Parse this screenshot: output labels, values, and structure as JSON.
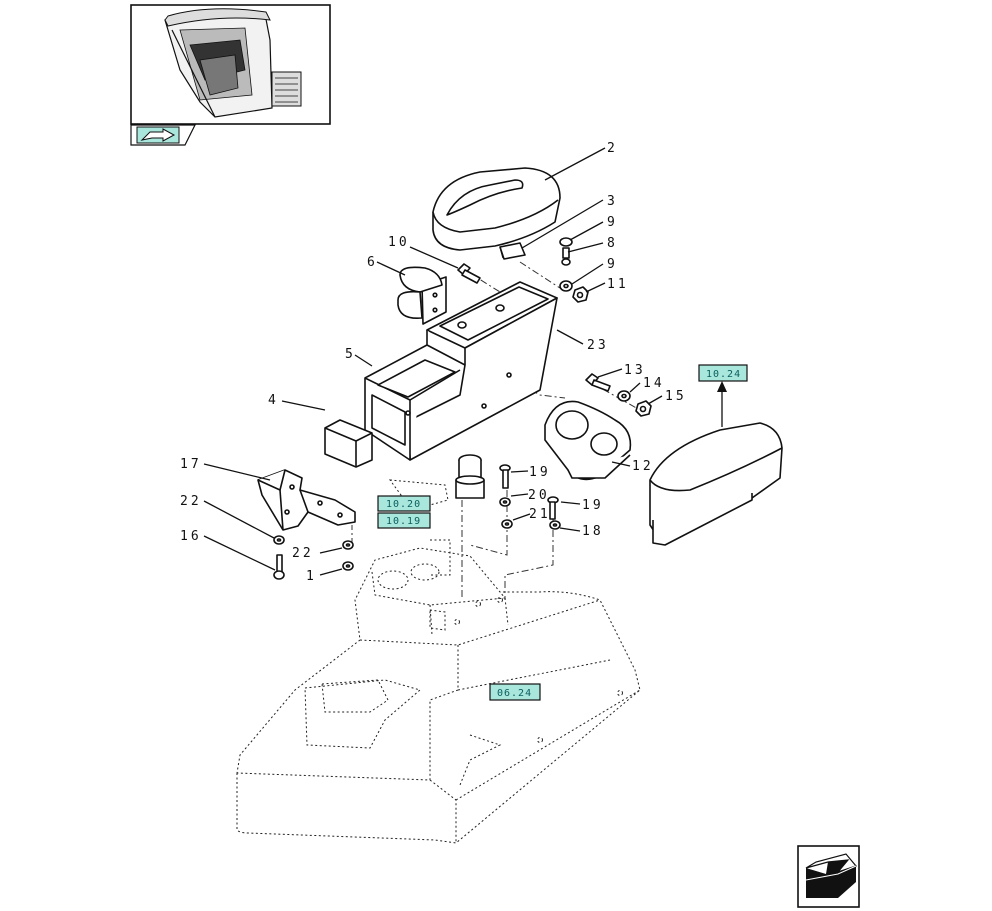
{
  "callouts": [
    {
      "id": "c2",
      "text": "2"
    },
    {
      "id": "c3",
      "text": "3"
    },
    {
      "id": "c9a",
      "text": "9"
    },
    {
      "id": "c8",
      "text": "8"
    },
    {
      "id": "c9b",
      "text": "9"
    },
    {
      "id": "c11",
      "text": "11"
    },
    {
      "id": "c10",
      "text": "10"
    },
    {
      "id": "c6",
      "text": "6"
    },
    {
      "id": "c23",
      "text": "23"
    },
    {
      "id": "c5",
      "text": "5"
    },
    {
      "id": "c13",
      "text": "13"
    },
    {
      "id": "c14",
      "text": "14"
    },
    {
      "id": "c15",
      "text": "15"
    },
    {
      "id": "c4",
      "text": "4"
    },
    {
      "id": "c12",
      "text": "12"
    },
    {
      "id": "c17",
      "text": "17"
    },
    {
      "id": "c19a",
      "text": "19"
    },
    {
      "id": "c20",
      "text": "20"
    },
    {
      "id": "c19b",
      "text": "19"
    },
    {
      "id": "c22a",
      "text": "22"
    },
    {
      "id": "c21",
      "text": "21"
    },
    {
      "id": "c18",
      "text": "18"
    },
    {
      "id": "c16",
      "text": "16"
    },
    {
      "id": "c22b",
      "text": "22"
    },
    {
      "id": "c1",
      "text": "1"
    }
  ],
  "references": [
    {
      "id": "r1024",
      "text": "10.24"
    },
    {
      "id": "r1020",
      "text": "10.20"
    },
    {
      "id": "r1019",
      "text": "10.19"
    },
    {
      "id": "r0624",
      "text": "06.24"
    }
  ],
  "colors": {
    "ref_fill": "#a9e6dc",
    "line": "#111111"
  },
  "icons": {
    "thumbnail": "cab-thumbnail",
    "back_tab": "back-arrow-icon",
    "next_page": "next-page-arrow-icon"
  }
}
